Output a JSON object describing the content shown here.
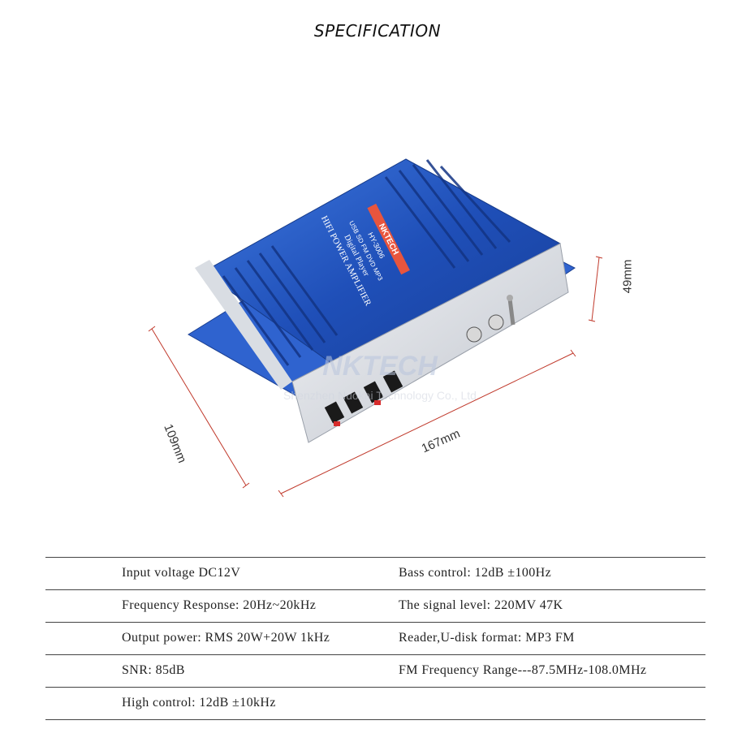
{
  "title": "SPECIFICATION",
  "product": {
    "brand": "NKTECH",
    "model": "HY-3006",
    "line1": "USB SD FM DVD MP3",
    "line2": "Digital Player",
    "line3": "HIFI POWER AMPLIFIER",
    "watermark_top": "NKTECH",
    "watermark_bottom": "Shenzhen Nuokai Technology Co., Ltd"
  },
  "dimensions": {
    "depth": "109mm",
    "width": "167mm",
    "height": "49mm"
  },
  "colors": {
    "body": "#2a5dc4",
    "dimension_line": "#c0392b"
  },
  "specs": [
    [
      "Input voltage DC12V",
      "Bass control: 12dB ±100Hz"
    ],
    [
      "Frequency Response: 20Hz~20kHz",
      "The signal level: 220MV  47K"
    ],
    [
      "Output power: RMS 20W+20W 1kHz",
      "Reader,U-disk format: MP3 FM"
    ],
    [
      "SNR: 85dB",
      "FM Frequency Range---87.5MHz-108.0MHz"
    ],
    [
      "High control: 12dB ±10kHz",
      ""
    ]
  ]
}
